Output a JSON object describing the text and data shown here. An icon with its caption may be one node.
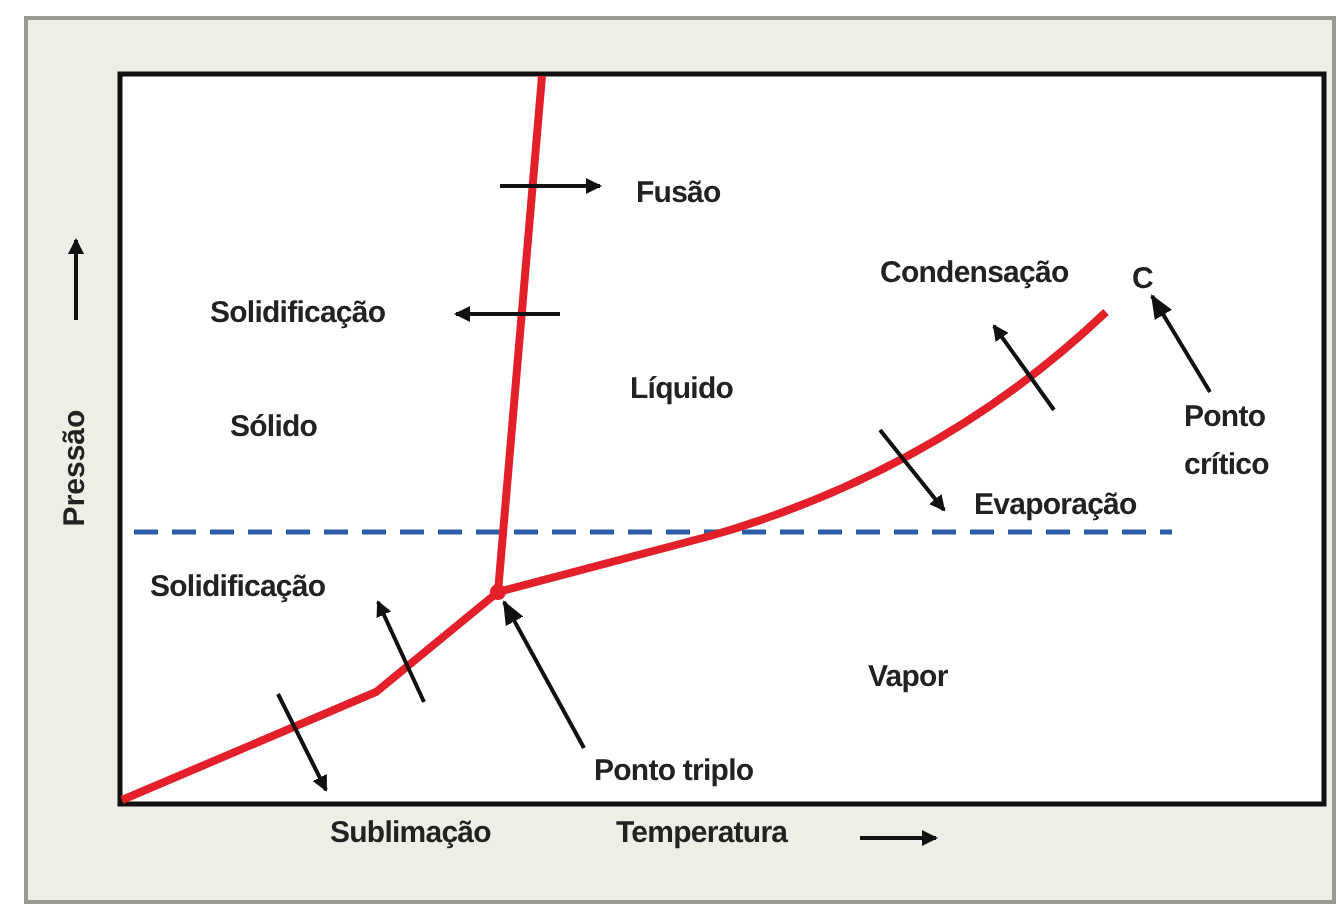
{
  "diagram": {
    "nodes": [
      {
        "text": [
          "Ponto triplo"
        ]
      },
      {
        "text": [
          "C"
        ]
      },
      {
        "text": [
          "Ponto crítico"
        ]
      },
      {
        "text": [],
        "shape": "circle"
      }
    ],
    "edges": [
      {
        "from": 0,
        "to": 3,
        "arrow": "to"
      },
      {
        "from": 2,
        "to": 1,
        "arrow": "to"
      }
    ],
    "labels": [
      "Fusão",
      "Solidificação",
      "Condensação",
      "Líquido",
      "Sólido",
      "Evaporação",
      "Solidificação",
      "Vapor",
      "Sublimação",
      "Temperatura",
      "Pressão"
    ]
  }
}
